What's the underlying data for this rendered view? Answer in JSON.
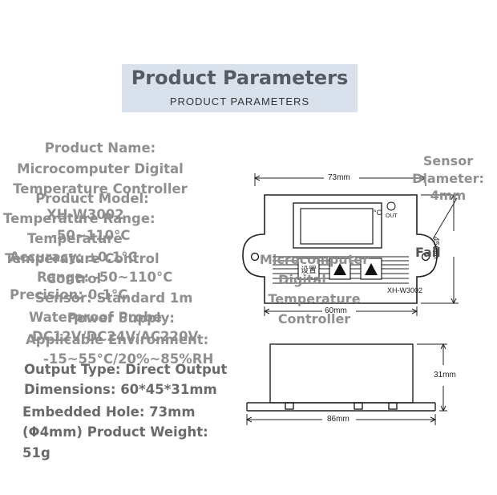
{
  "header": {
    "title": "Product Parameters",
    "subtitle": "PRODUCT PARAMETERS"
  },
  "specs": {
    "name_label": "Product Name:",
    "name_value_1": "Microcomputer Digital",
    "name_value_2": "Temperature Controller",
    "model_label": "Product Model:",
    "model_value": "XH-W3002",
    "temp_range_label": "Temperature Range:",
    "temp_range_value": "-50~110°C",
    "accuracy_label": "Temperature",
    "accuracy_value": "Accuracy: ±0.1°C",
    "control_range_1": "Temperature Control",
    "control_range_2": "Range: -50~110°C",
    "precision_1": "Control",
    "precision_2": "Precision: 0.1°C",
    "sensor": "Sensor: Standard 1m",
    "waterproof": "Waterproof Probe",
    "power_label": "Power Supply:",
    "power_value": "DC12V/DC24V/AC220V",
    "environment_label": "Applicable Environment:",
    "environment_value": "-15~55°C/20%~85%RH",
    "output_type": "Output Type: Direct Output",
    "dimensions": "Dimensions: 60*45*31mm",
    "embedded_hole": "Embedded Hole: 73mm",
    "weight_1": "(Φ4mm) Product Weight:",
    "weight_2": "51g"
  },
  "diagram_overlay": {
    "sensor_diameter_1": "Sensor",
    "sensor_diameter_2": "Diameter:",
    "sensor_diameter_3": "4mm",
    "fail_label": "Fail",
    "controller_1": "Microcomputer",
    "controller_2": "Digital",
    "controller_3": "Temperature",
    "controller_4": "Controller"
  },
  "drawing": {
    "width_top": "73mm",
    "width_bottom": "60mm",
    "height_side": "45mm",
    "side_height": "31mm",
    "side_width": "86mm",
    "device_model": "XH-W3002",
    "unit_mark": "°C",
    "out_mark": "OUT",
    "set_button": "设置"
  },
  "colors": {
    "header_bg": "#d9e2ec",
    "spec_text": "#8f8f8f"
  }
}
